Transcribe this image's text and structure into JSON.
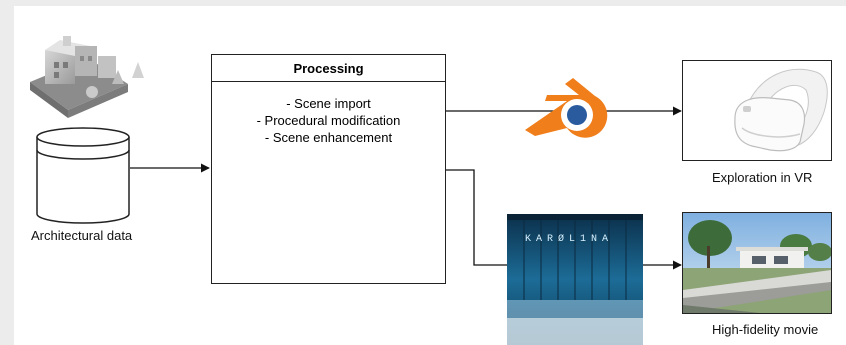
{
  "sources": {
    "data_label": "Architectural data"
  },
  "processing": {
    "title": "Processing",
    "steps": [
      "- Scene import",
      "- Procedural modification",
      "- Scene enhancement"
    ]
  },
  "supercomputer": {
    "name": "KARØL1NA"
  },
  "outputs": {
    "vr_label": "Exploration in VR",
    "movie_label": "High-fidelity movie"
  },
  "colors": {
    "blender_orange": "#ef7e1b",
    "blender_blue": "#2a5b9f",
    "gear_yellow": "#f2b300",
    "arrow": "#111111"
  },
  "icons": [
    "building-model-icon",
    "database-icon",
    "blender-logo-icon",
    "gear-icon",
    "vr-headset-icon",
    "supercomputer-image",
    "house-render-image"
  ]
}
